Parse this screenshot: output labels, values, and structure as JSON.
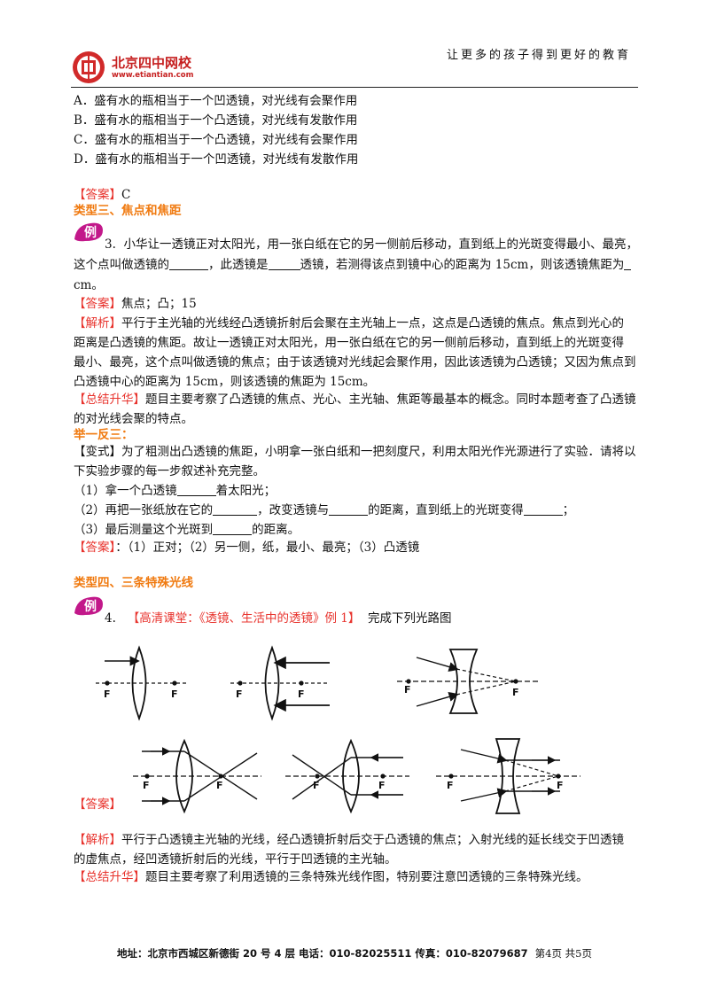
{
  "header": {
    "slogan": "让更多的孩子得到更好的教育",
    "logo_text": "北京四中网校",
    "logo_url": "www.etiantian.com"
  },
  "options": [
    "A．盛有水的瓶相当于一个凹透镜，对光线有会聚作用",
    "B．盛有水的瓶相当于一个凸透镜，对光线有发散作用",
    "C．盛有水的瓶相当于一个凸透镜，对光线有会聚作用",
    "D．盛有水的瓶相当于一个凹透镜，对光线有发散作用"
  ],
  "q2_answer": {
    "tag": "【答案】",
    "text": "C"
  },
  "section3": {
    "title": "类型三、焦点和焦距"
  },
  "badge_label": "例",
  "q3": {
    "num": "3.",
    "line1": "小华让一透镜正对太阳光，用一张白纸在它的另一侧前后移动，直到纸上的光斑变得最小、最亮，",
    "line2a": "这个点叫做透镜的",
    "line2b": "，此透镜是",
    "line2c": "透镜，若测得该点到镜中心的距离为 15cm，则该透镜焦距为",
    "line3": "cm。",
    "answer_tag": "【答案】",
    "answer": "焦点；凸；15",
    "analysis_tag": "【解析】",
    "analysis": [
      "平行于主光轴的光线经凸透镜折射后会聚在主光轴上一点，这点是凸透镜的焦点。焦点到光心的",
      "距离是凸透镜的焦距。故让一透镜正对太阳光，用一张白纸在它的另一侧前后移动，直到纸上的光斑变得",
      "最小、最亮，这个点叫做透镜的焦点；由于该透镜对光线起会聚作用，因此该透镜为凸透镜；又因为焦点到",
      "凸透镜中心的距离为 15cm，则该透镜的焦距为 15cm。"
    ],
    "summary_tag": "【总结升华】",
    "summary": [
      "题目主要考察了凸透镜的焦点、光心、主光轴、焦距等最基本的概念。同时本题考查了凸透镜",
      "的对光线会聚的特点。"
    ]
  },
  "variant": {
    "heading": "举一反三：",
    "intro1": "【变式】为了粗测出凸透镜的焦距，小明拿一张白纸和一把刻度尺，利用太阳光作光源进行了实验．请将以",
    "intro2": "下实验步骤的每一步叙述补充完整。",
    "step1a": "（1）拿一个凸透镜",
    "step1b": "着太阳光；",
    "step2a": "（2）再把一张纸放在它的",
    "step2b": "，改变透镜与",
    "step2c": "的距离，直到纸上的光斑变得",
    "step2d": "；",
    "step3a": "（3）最后测量这个光斑到",
    "step3b": "的距离。",
    "answer_tag": "【答案】",
    "answer": "：（1）正对；（2）另一侧，纸，最小、最亮；（3）凸透镜"
  },
  "section4": {
    "title": "类型四、三条特殊光线"
  },
  "q4": {
    "num": "4.",
    "source": "【高清课堂：《透镜、生活中的透镜》例 1】",
    "text": "完成下列光路图",
    "focus_label": "F",
    "answer_tag": "【答案】",
    "analysis_tag": "【解析】",
    "analysis": [
      "平行于凸透镜主光轴的光线，经凸透镜折射后交于凸透镜的焦点；入射光线的延长线交于凹透镜",
      "的虚焦点，经凹透镜折射后的光线，平行于凹透镜的主光轴。"
    ],
    "summary_tag": "【总结升华】",
    "summary": "题目主要考察了利用透镜的三条特殊光线作图，特别要注意凹透镜的三条特殊光线。"
  },
  "footer": {
    "text": "地址：北京市西城区新德街 20 号 4 层  电话：010-82025511  传真：010-82079687",
    "page": "第4页  共5页"
  }
}
